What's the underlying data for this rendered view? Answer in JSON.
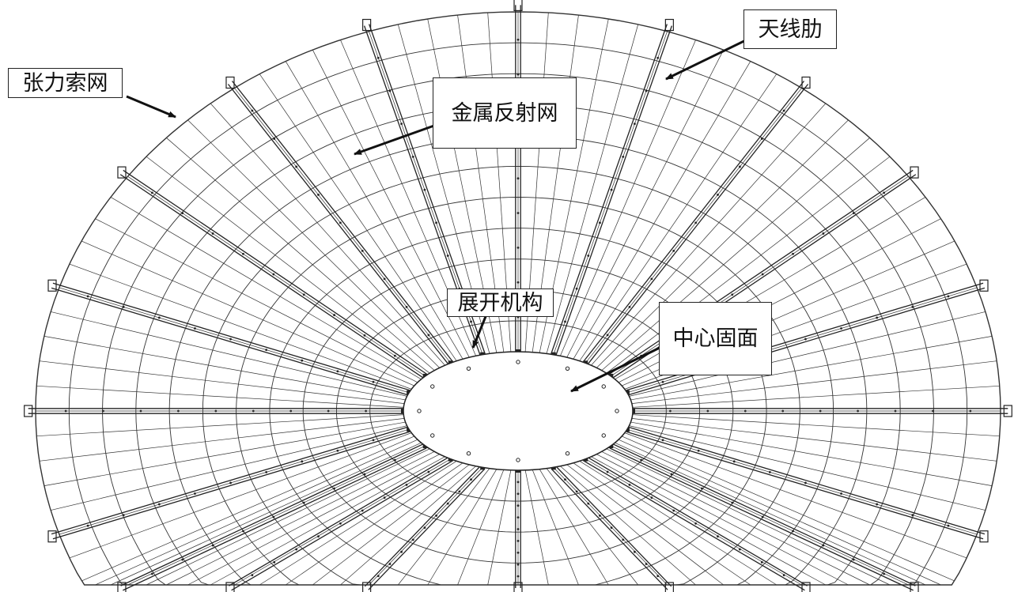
{
  "labels": {
    "tension_cable_net": "张力索网",
    "antenna_rib": "天线肋",
    "metal_reflective_mesh": "金属反射网",
    "deployment_mechanism": "展开机构",
    "center_fixed_surface": "中心固面"
  },
  "colors": {
    "line": "#333333",
    "rib": "#222222",
    "background": "#ffffff"
  },
  "structure": {
    "rib_count": 20,
    "hoop_count": 11,
    "spoke_count": 100
  }
}
